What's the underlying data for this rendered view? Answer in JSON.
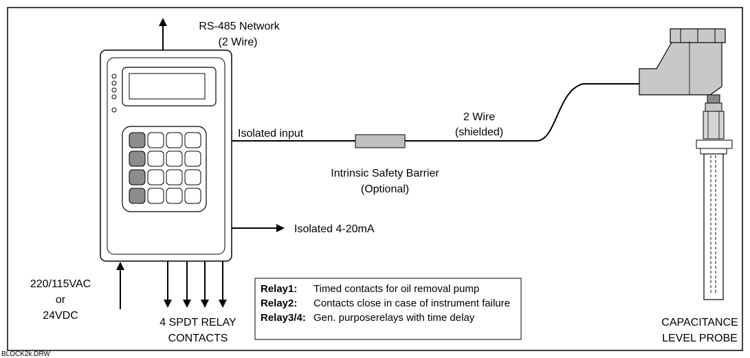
{
  "labels": {
    "network_line1": "RS-485 Network",
    "network_line2": "(2 Wire)",
    "isolated_input": "Isolated input",
    "cable_line1": "2 Wire",
    "cable_line2": "(shielded)",
    "barrier_line1": "Intrinsic Safety Barrier",
    "barrier_line2": "(Optional)",
    "analog_output": "Isolated 4-20mA",
    "power_line1": "220/115VAC",
    "power_line2": "or",
    "power_line3": "24VDC",
    "relays_line1": "4 SPDT RELAY",
    "relays_line2": "CONTACTS",
    "probe_line1": "CAPACITANCE",
    "probe_line2": "LEVEL PROBE",
    "drawing_file": "BLOCK2k.DRW"
  },
  "relay_notes": [
    {
      "name": "Relay1:",
      "desc": "Timed contacts for oil removal pump"
    },
    {
      "name": "Relay2:",
      "desc": "Contacts close in case of instrument failure"
    },
    {
      "name": "Relay3/4:",
      "desc": "Gen. purposerelays with time delay"
    }
  ],
  "colors": {
    "line": "#000000",
    "key_dark": "#8c8c8c",
    "barrier_fill": "#c0c0c0",
    "probe_fill": "#c8c8c8"
  }
}
